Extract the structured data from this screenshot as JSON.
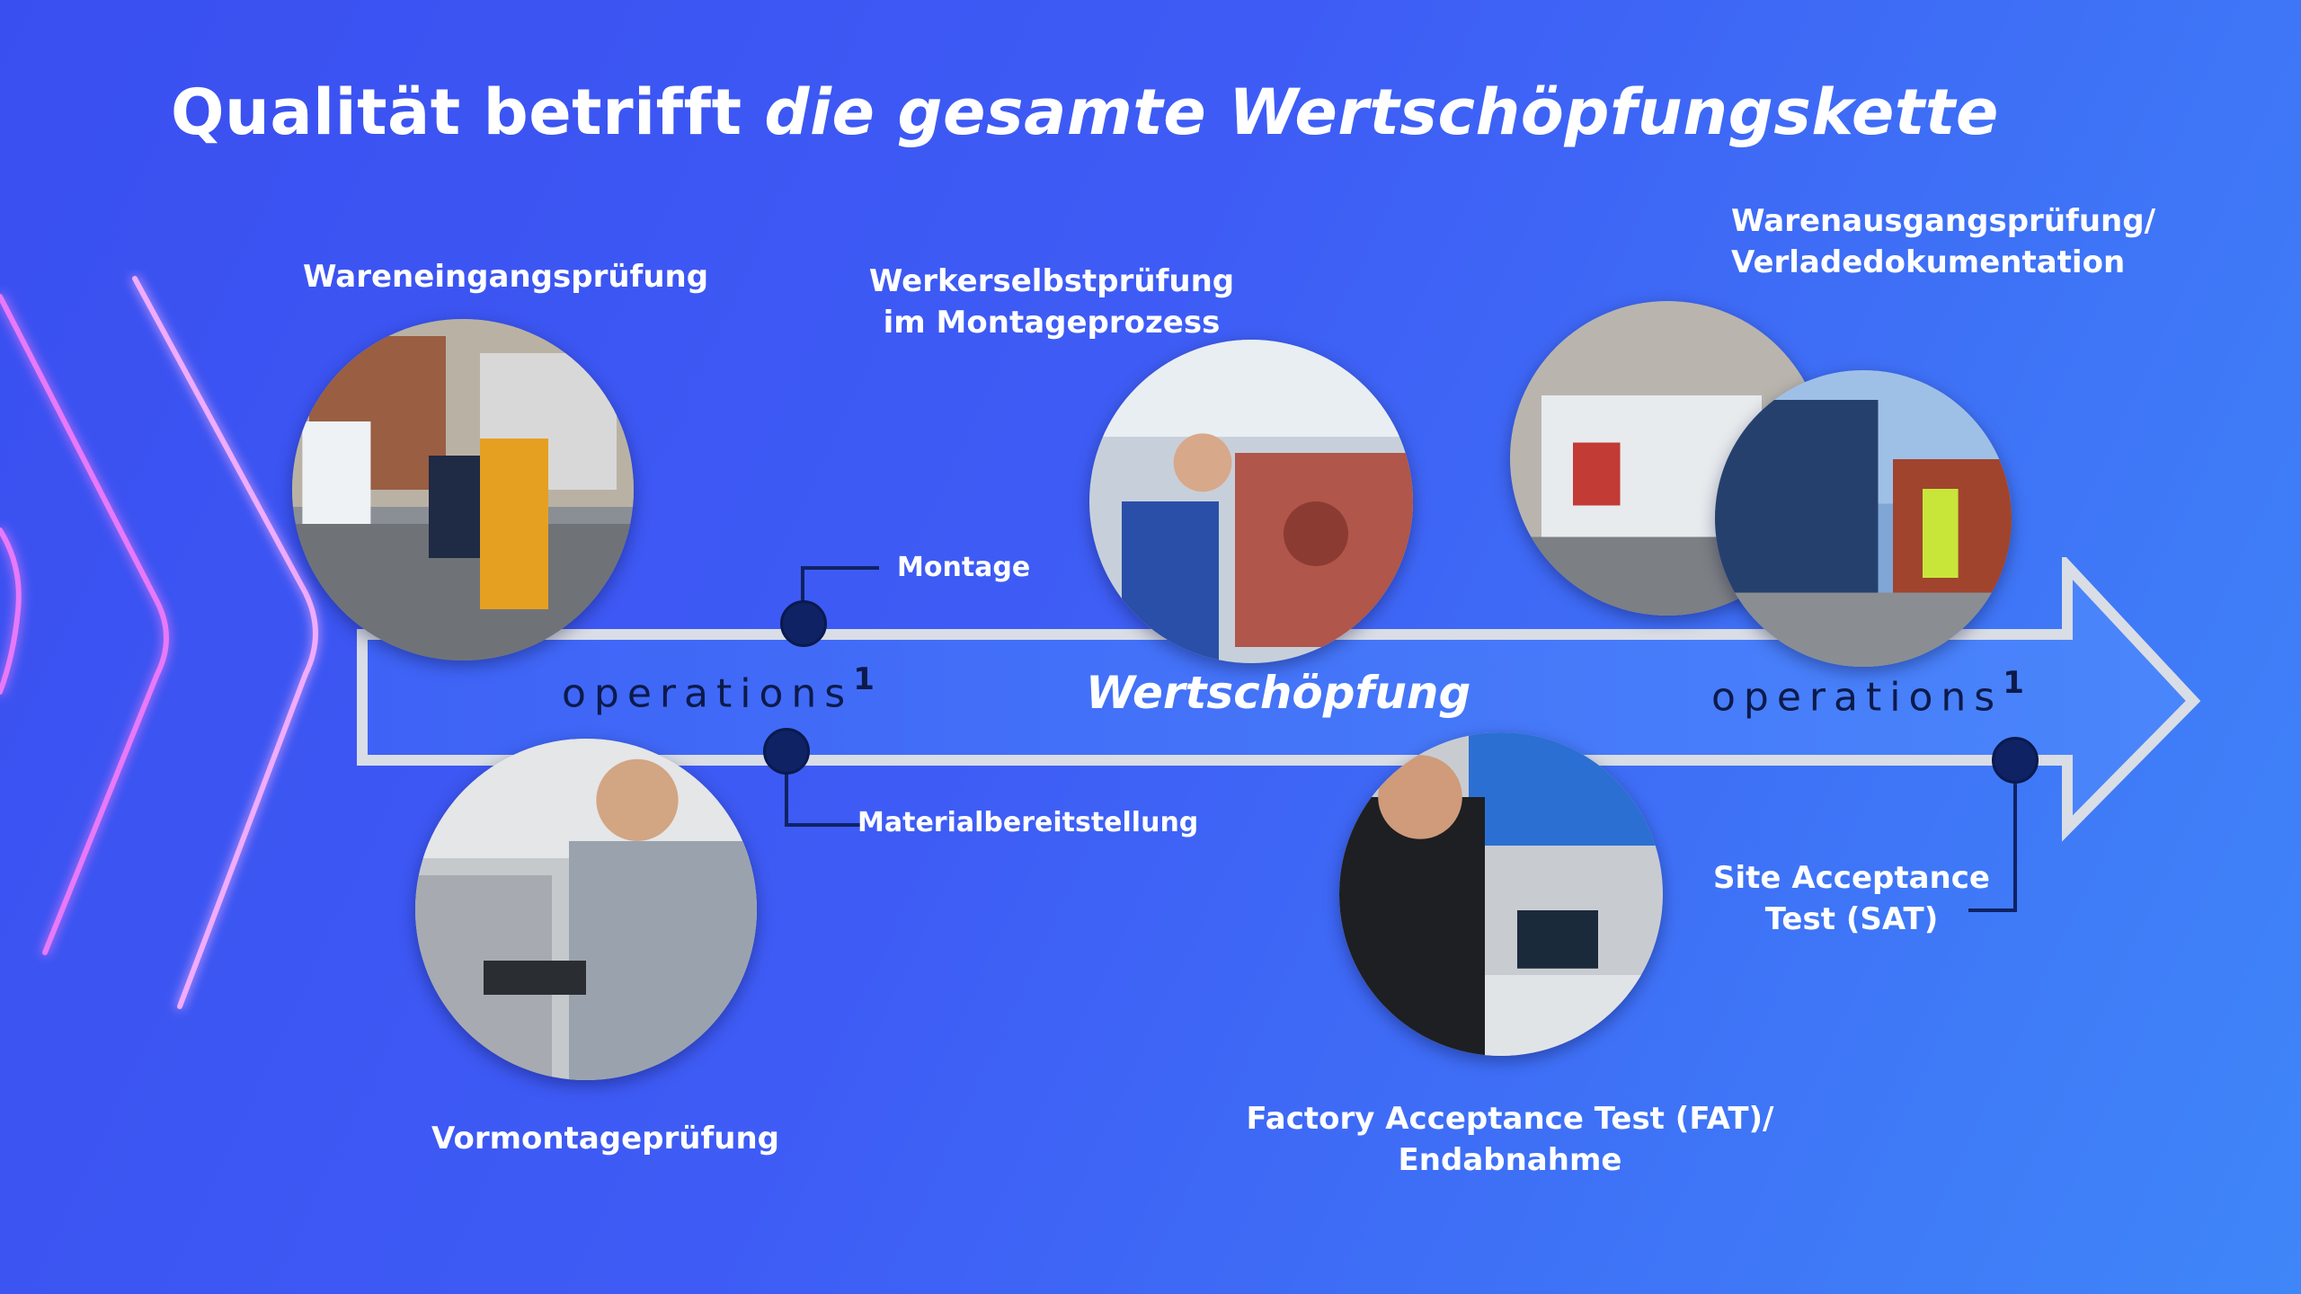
{
  "title": {
    "part1": "Qualität betrifft ",
    "part2": "die gesamte Wertschöpfungskette"
  },
  "stages": {
    "wareneingang": "Wareneingangsprüfung",
    "werker_line1": "Werkerselbstprüfung",
    "werker_line2": "im Montageprozess",
    "warenausgang_line1": "Warenausgangsprüfung/",
    "warenausgang_line2": "Verladedokumentation",
    "vormontage": "Vormontageprüfung",
    "fat_line1": "Factory Acceptance Test (FAT)/",
    "fat_line2": "Endabnahme",
    "sat_line1": "Site Acceptance",
    "sat_line2": "Test (SAT)"
  },
  "markers": {
    "montage": "Montage",
    "material": "Materialbereitstellung"
  },
  "arrow": {
    "left_brand": "operations",
    "left_sup": "1",
    "center": "Wertschöpfung",
    "right_brand": "operations",
    "right_sup": "1"
  },
  "colors": {
    "background_start": "#3a4ff0",
    "background_end": "#3f86f8",
    "node": "#0f2264",
    "arrow_outline": "#d9dde6"
  }
}
